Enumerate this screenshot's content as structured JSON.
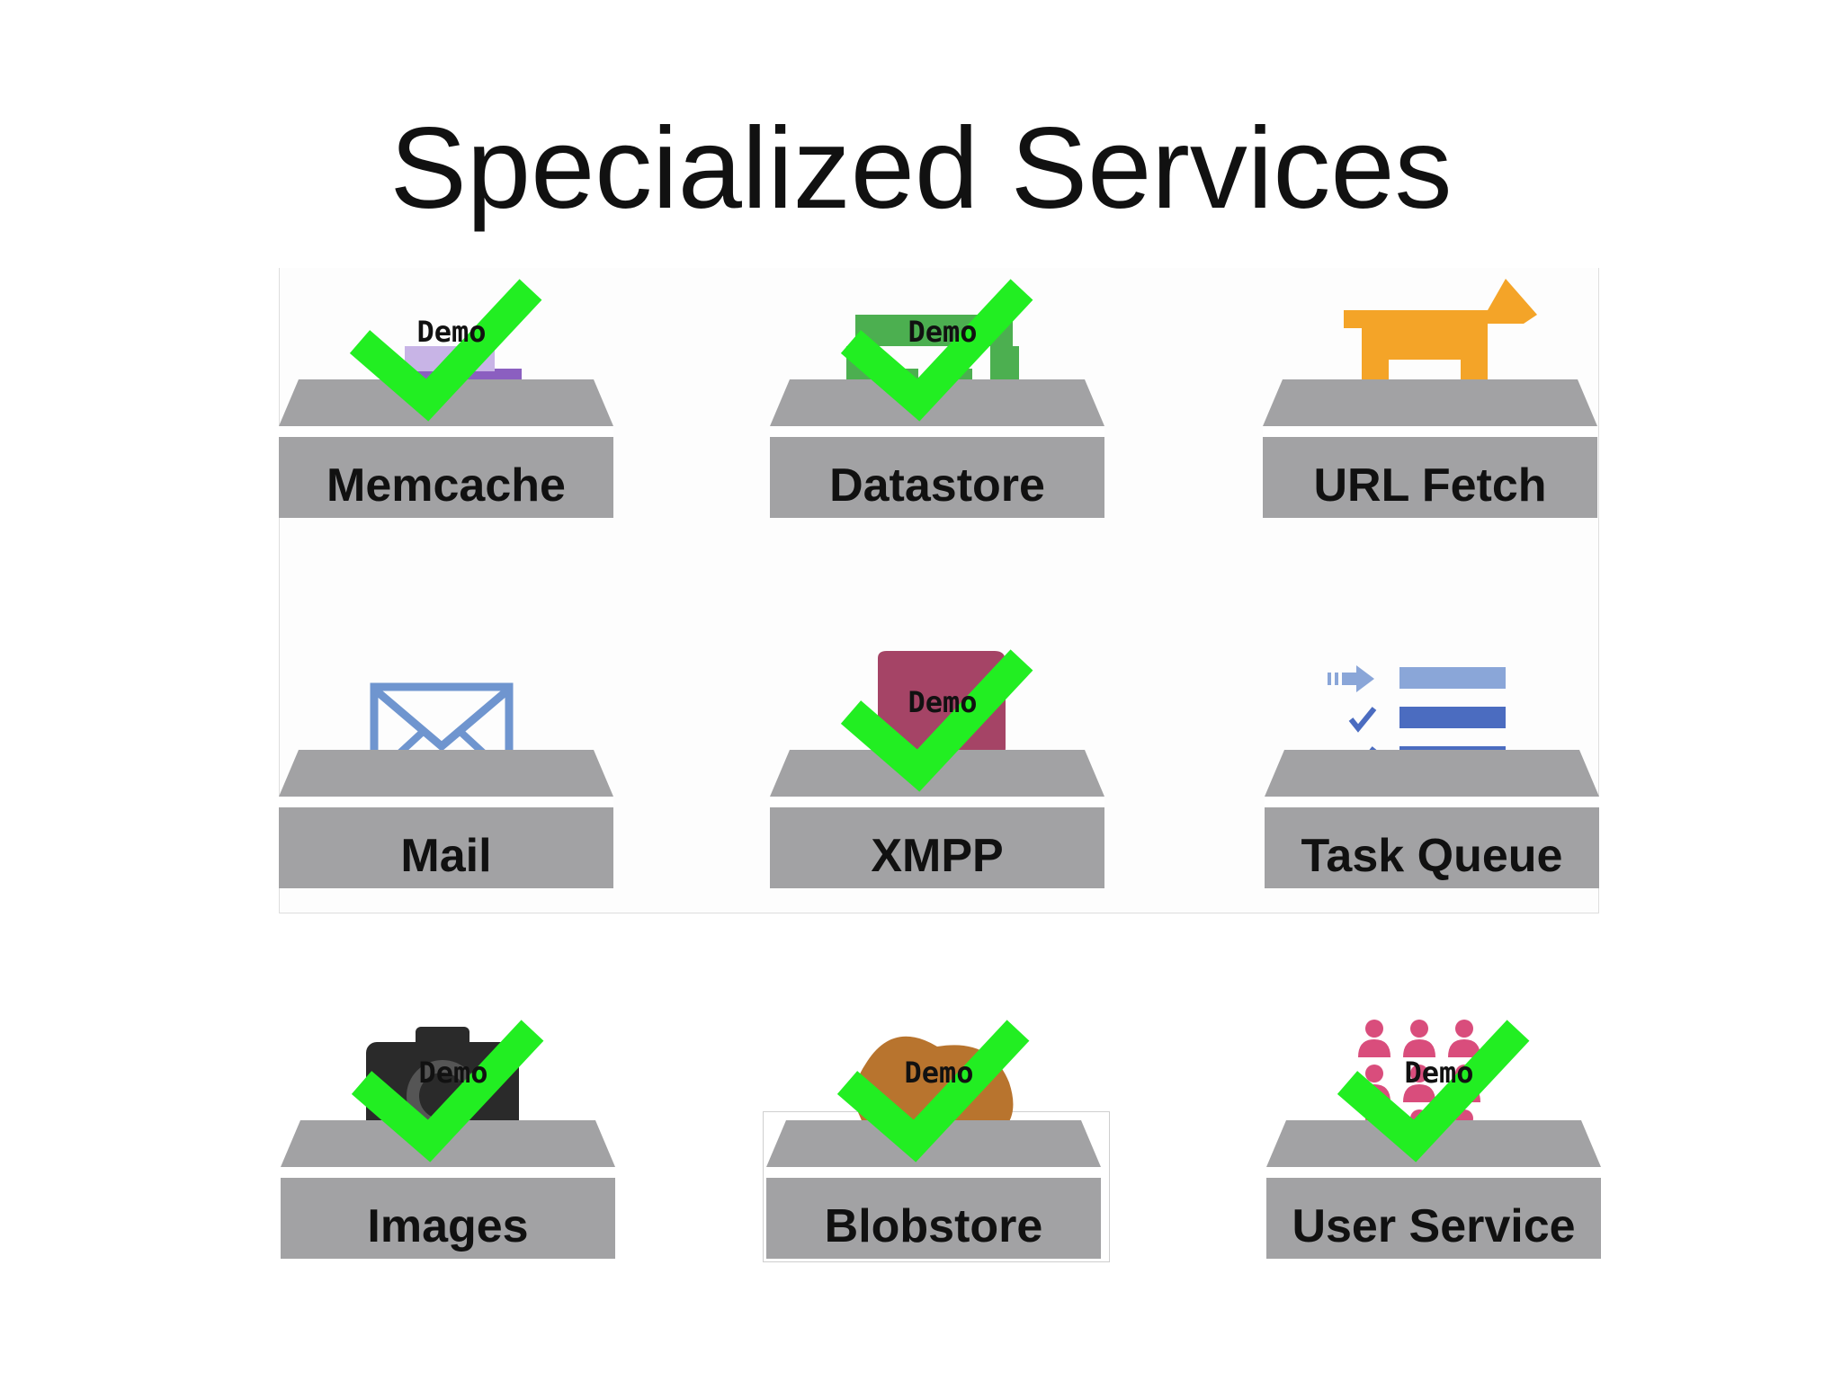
{
  "title": "Specialized Services",
  "badge_text": "Demo",
  "colors": {
    "platform_gray": "#a2a2a4",
    "check_green": "#22ee22",
    "memcache_purple": "#8b5fc0",
    "datastore_green": "#4caf50",
    "fetch_orange": "#f4a428",
    "mail_blue": "#6f95cf",
    "xmpp_maroon": "#a54466",
    "queue_blue": "#4b6cc0",
    "camera_black": "#2a2a2a",
    "blob_brown": "#b8742e",
    "users_pink": "#d94d7c"
  },
  "services": [
    {
      "label": "Memcache",
      "icon": "memcache-icon",
      "demo": true
    },
    {
      "label": "Datastore",
      "icon": "datastore-icon",
      "demo": true
    },
    {
      "label": "URL Fetch",
      "icon": "dog-icon",
      "demo": false
    },
    {
      "label": "Mail",
      "icon": "envelope-icon",
      "demo": false
    },
    {
      "label": "XMPP",
      "icon": "chat-bubble-icon",
      "demo": true
    },
    {
      "label": "Task Queue",
      "icon": "task-list-icon",
      "demo": false
    },
    {
      "label": "Images",
      "icon": "camera-icon",
      "demo": true
    },
    {
      "label": "Blobstore",
      "icon": "blob-icon",
      "demo": true
    },
    {
      "label": "User Service",
      "icon": "people-icon",
      "demo": true
    }
  ]
}
